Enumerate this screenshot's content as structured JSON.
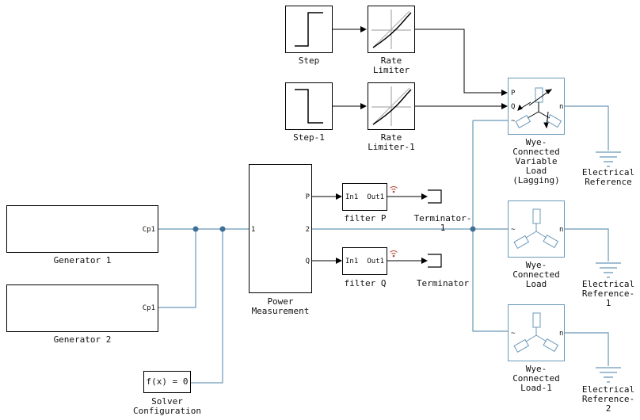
{
  "colors": {
    "signal": "#000000",
    "physical": "#6a98b8",
    "wifi": "#b04a3a"
  },
  "blocks": {
    "step": {
      "label": "Step",
      "icon": "step-up-icon"
    },
    "step1": {
      "label": "Step-1",
      "icon": "step-down-icon"
    },
    "rate_limiter": {
      "label": "Rate\nLimiter",
      "icon": "rate-curve-icon"
    },
    "rate_limiter1": {
      "label": "Rate\nLimiter-1",
      "icon": "rate-curve-icon"
    },
    "variable_load": {
      "label": "Wye-\nConnected\nVariable\nLoad\n(Lagging)",
      "port_p": "P",
      "port_q": "Q",
      "port_tilde": "~",
      "port_n": "n",
      "icon": "wye-variable-load-icon"
    },
    "wye_load": {
      "label": "Wye-\nConnected\nLoad",
      "port_tilde": "~",
      "port_n": "n",
      "icon": "wye-load-icon"
    },
    "wye_load1": {
      "label": "Wye-\nConnected\nLoad-1",
      "port_tilde": "~",
      "port_n": "n",
      "icon": "wye-load-icon"
    },
    "elec_ref": {
      "label": "Electrical\nReference",
      "icon": "ground-icon"
    },
    "elec_ref1": {
      "label": "Electrical\nReference-\n1",
      "icon": "ground-icon"
    },
    "elec_ref2": {
      "label": "Electrical\nReference-\n2",
      "icon": "ground-icon"
    },
    "generator1": {
      "label": "Generator 1",
      "port": "Cp1"
    },
    "generator2": {
      "label": "Generator 2",
      "port": "Cp1"
    },
    "power_meas": {
      "label": "Power\nMeasurement",
      "port_in": "1",
      "port_p": "P",
      "port_2": "2",
      "port_q": "Q"
    },
    "filter_p": {
      "label": "filter P",
      "port_in": "In1",
      "port_out": "Out1",
      "icon": "wireless-icon"
    },
    "filter_q": {
      "label": "filter Q",
      "port_in": "In1",
      "port_out": "Out1",
      "icon": "wireless-icon"
    },
    "terminator1": {
      "label": "Terminator-\n1",
      "icon": "terminator-icon"
    },
    "terminator": {
      "label": "Terminator",
      "icon": "terminator-icon"
    },
    "solver": {
      "label": "Solver\nConfiguration",
      "expr": "f(x) = 0"
    }
  }
}
